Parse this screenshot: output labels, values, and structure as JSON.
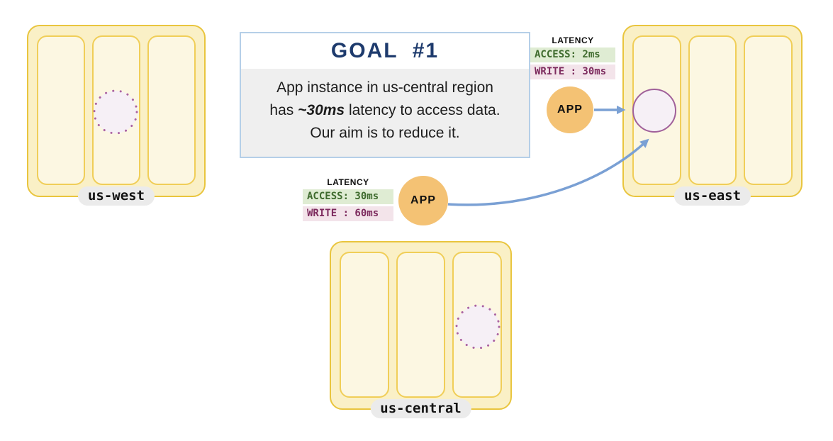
{
  "goal": {
    "title": "GOAL  #1",
    "body_line1": "App instance in us-central region",
    "body_line2_prefix": "has ",
    "body_line2_emphasis": "~30ms",
    "body_line2_suffix": " latency to access data.",
    "body_line3": "Our aim is to reduce it."
  },
  "regions": {
    "us_west": {
      "label": "us-west"
    },
    "us_east": {
      "label": "us-east"
    },
    "us_central": {
      "label": "us-central"
    }
  },
  "apps": {
    "east": {
      "label": "APP"
    },
    "central": {
      "label": "APP"
    }
  },
  "latency": {
    "east": {
      "title": "LATENCY",
      "access": "ACCESS: 2ms",
      "write": "WRITE : 30ms"
    },
    "central": {
      "title": "LATENCY",
      "access": "ACCESS: 30ms",
      "write": "WRITE : 60ms"
    }
  },
  "colors": {
    "region_fill": "#FAF0C6",
    "region_border": "#E9C53E",
    "zone_fill": "#FCF7E2",
    "zone_border": "#F0CE58",
    "app_fill": "#F4C274",
    "data_fill": "#F6F0F6",
    "data_border": "#A0609A",
    "data_dotted_border": "#AA62A2",
    "arrow": "#7AA0D4",
    "goal_title": "#1E3B6D",
    "goal_border": "#B5CFE8",
    "goal_body_bg": "#EFEFEF",
    "access_bg": "#DFECD3",
    "access_text": "#3F6B2E",
    "write_bg": "#F3E4EA",
    "write_text": "#7D2B5E",
    "label_pill_bg": "#EBEBEB"
  }
}
